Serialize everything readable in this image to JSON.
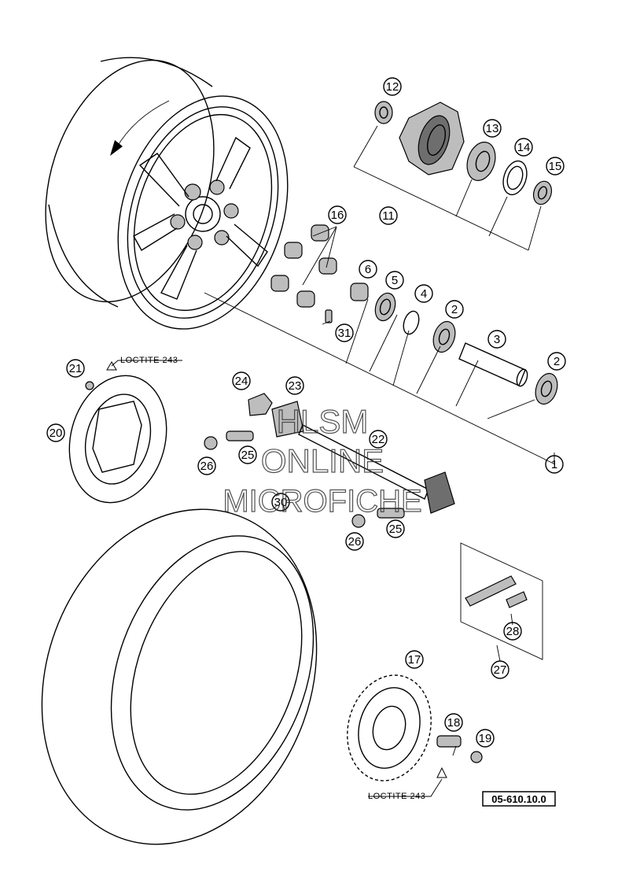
{
  "diagram": {
    "callouts": [
      {
        "id": "c1",
        "label": "1"
      },
      {
        "id": "c2a",
        "label": "2"
      },
      {
        "id": "c2b",
        "label": "2"
      },
      {
        "id": "c3",
        "label": "3"
      },
      {
        "id": "c4",
        "label": "4"
      },
      {
        "id": "c5",
        "label": "5"
      },
      {
        "id": "c6",
        "label": "6"
      },
      {
        "id": "c11",
        "label": "11"
      },
      {
        "id": "c12",
        "label": "12"
      },
      {
        "id": "c13",
        "label": "13"
      },
      {
        "id": "c14",
        "label": "14"
      },
      {
        "id": "c15",
        "label": "15"
      },
      {
        "id": "c16",
        "label": "16"
      },
      {
        "id": "c17",
        "label": "17"
      },
      {
        "id": "c18",
        "label": "18"
      },
      {
        "id": "c19",
        "label": "19"
      },
      {
        "id": "c20",
        "label": "20"
      },
      {
        "id": "c21",
        "label": "21"
      },
      {
        "id": "c22",
        "label": "22"
      },
      {
        "id": "c23",
        "label": "23"
      },
      {
        "id": "c24",
        "label": "24"
      },
      {
        "id": "c25a",
        "label": "25"
      },
      {
        "id": "c25b",
        "label": "25"
      },
      {
        "id": "c26a",
        "label": "26"
      },
      {
        "id": "c26b",
        "label": "26"
      },
      {
        "id": "c27",
        "label": "27"
      },
      {
        "id": "c28",
        "label": "28"
      },
      {
        "id": "c30",
        "label": "30"
      },
      {
        "id": "c31",
        "label": "31"
      }
    ],
    "notes": {
      "loctite_top": "LOCTITE 243",
      "loctite_bottom": "LOCTITE 243"
    },
    "reference_number": "05-610.10.0"
  },
  "watermark": {
    "line1": "HLSM",
    "line2": "ONLINE",
    "line3": "MICROFICHE"
  }
}
